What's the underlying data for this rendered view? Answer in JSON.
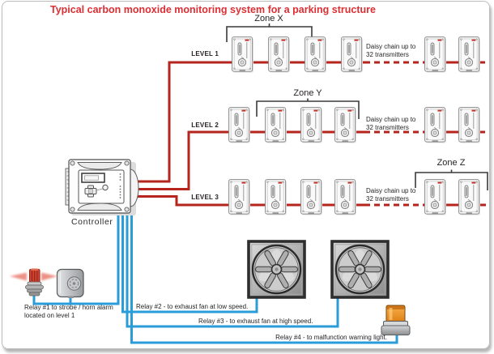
{
  "title": "Typical carbon monoxide monitoring system for a parking structure",
  "levels": [
    {
      "label": "LEVEL 1",
      "zone_label": "Zone X",
      "daisy_line1": "Daisy chain up to",
      "daisy_line2": "32 transmitters"
    },
    {
      "label": "LEVEL 2",
      "zone_label": "Zone Y",
      "daisy_line1": "Daisy chain up to",
      "daisy_line2": "32 transmitters"
    },
    {
      "label": "LEVEL 3",
      "zone_label": "Zone Z",
      "daisy_line1": "Daisy chain up to",
      "daisy_line2": "32 transmitters"
    }
  ],
  "controller_label": "Controller",
  "relays": {
    "r1_line1": "Relay #1 to strobe / horn alarm",
    "r1_line2": "located on level 1",
    "r2": "Relay #2 - to exhaust fan at low speed.",
    "r3": "Relay #3 - to exhaust fan at high speed.",
    "r4": "Relay #4 - to malfunction warning light."
  },
  "equipment": {
    "transmitters_shown_per_level": 6,
    "exhaust_fans": 2,
    "strobe_horn_alarm": 1,
    "malfunction_warning_light": 1
  },
  "colors": {
    "title_red": "#db2f34",
    "signal_line_red": "#b5251d",
    "relay_line_blue": "#2a9cd8",
    "warning_light_amber": "#f0962b"
  }
}
